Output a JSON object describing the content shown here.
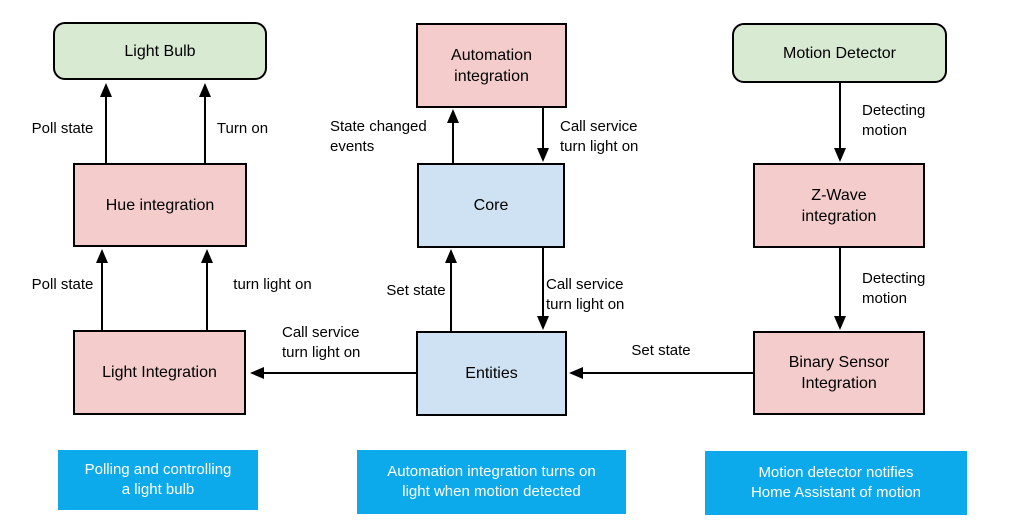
{
  "colors": {
    "device_fill": "#d9ead3",
    "integration_fill": "#f4cccc",
    "core_fill": "#cfe2f3",
    "caption_fill": "#0daaeb",
    "caption_text": "#ffffff",
    "stroke": "#000000"
  },
  "columns": {
    "left": {
      "device": "Light Bulb",
      "top_integration": "Hue integration",
      "bottom_integration": "Light Integration",
      "caption": "Polling and controlling\na light bulb",
      "labels": {
        "poll_state_upper": "Poll state",
        "turn_on": "Turn on",
        "poll_state_lower": "Poll state",
        "turn_light_on": "turn light on"
      }
    },
    "middle": {
      "automation": "Automation\nintegration",
      "core": "Core",
      "entities": "Entities",
      "caption": "Automation integration turns on\nlight when motion detected",
      "labels": {
        "state_changed_events": "State changed\nevents",
        "call_service_upper": "Call service\nturn light on",
        "set_state": "Set state",
        "call_service_lower": "Call service\nturn light on",
        "call_service_to_light_integration": "Call service\nturn light on",
        "set_state_from_binary_sensor": "Set state"
      }
    },
    "right": {
      "device": "Motion Detector",
      "top_integration": "Z-Wave\nintegration",
      "bottom_integration": "Binary Sensor\nIntegration",
      "caption": "Motion detector notifies\nHome Assistant of motion",
      "labels": {
        "detecting_motion_upper": "Detecting\nmotion",
        "detecting_motion_lower": "Detecting\nmotion"
      }
    }
  }
}
